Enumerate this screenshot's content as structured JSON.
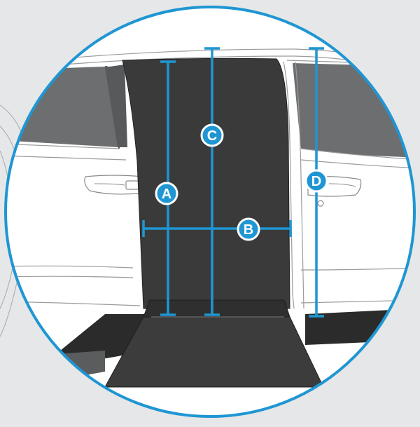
{
  "diagram": {
    "colors": {
      "background": "#e6e7e8",
      "measurement": "#1f96d3",
      "ramp": "#3a3a3a",
      "ramp_plate": "#3c3c3c",
      "van_body": "#ffffff",
      "window": "#6d6e70",
      "line": "#9a9b9d"
    },
    "dimensions": [
      {
        "id": "A",
        "label": "A"
      },
      {
        "id": "B",
        "label": "B"
      },
      {
        "id": "C",
        "label": "C"
      },
      {
        "id": "D",
        "label": "D"
      }
    ]
  }
}
